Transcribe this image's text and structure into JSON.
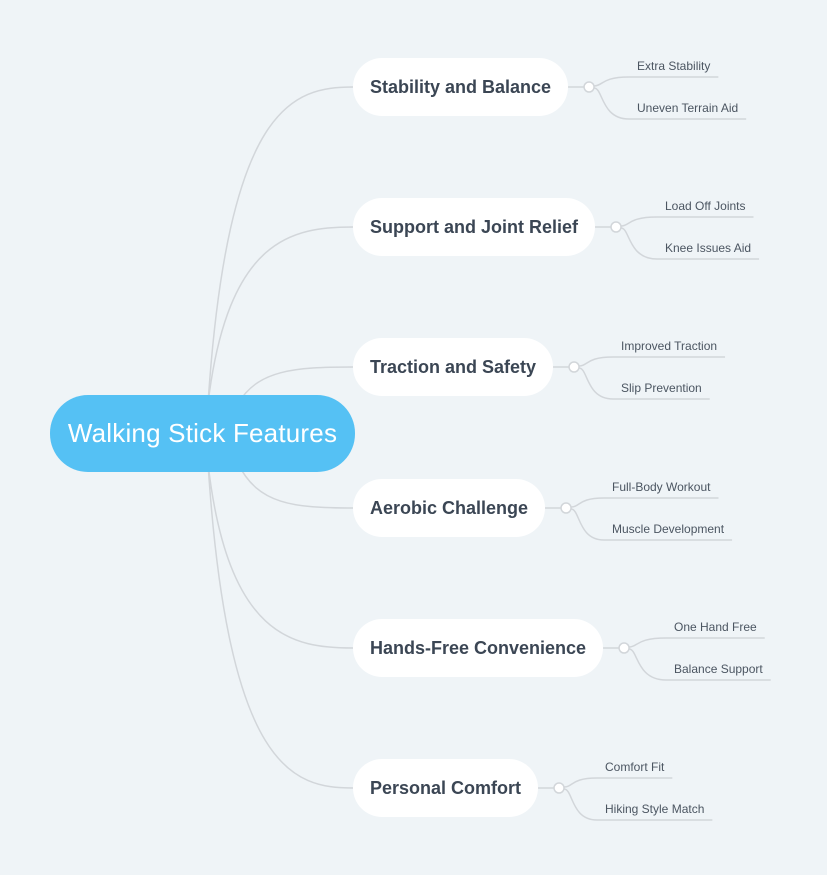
{
  "root": {
    "label": "Walking Stick Features",
    "color": "#55c1f4"
  },
  "line_color": "#d2d6da",
  "branches": [
    {
      "label": "Stability and Balance",
      "children": [
        "Extra Stability",
        "Uneven Terrain Aid"
      ]
    },
    {
      "label": "Support and Joint Relief",
      "children": [
        "Load Off Joints",
        "Knee Issues Aid"
      ]
    },
    {
      "label": "Traction and Safety",
      "children": [
        "Improved Traction",
        "Slip Prevention"
      ]
    },
    {
      "label": "Aerobic Challenge",
      "children": [
        "Full-Body Workout",
        "Muscle Development"
      ]
    },
    {
      "label": "Hands-Free Convenience",
      "children": [
        "One Hand Free",
        "Balance Support"
      ]
    },
    {
      "label": "Personal Comfort",
      "children": [
        "Comfort Fit",
        "Hiking Style Match"
      ]
    }
  ]
}
